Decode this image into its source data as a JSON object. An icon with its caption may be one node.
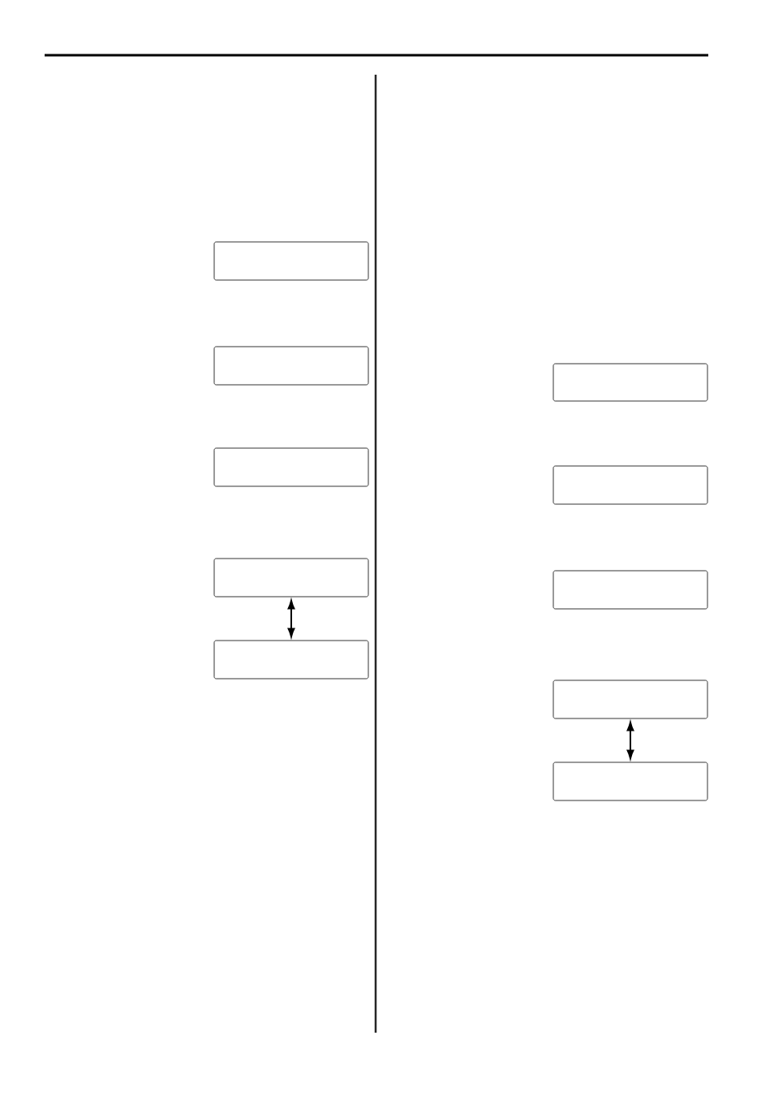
{
  "diagram": {
    "nodes": [
      {
        "text": [],
        "shape": "box"
      },
      {
        "text": [],
        "shape": "box"
      },
      {
        "text": [],
        "shape": "box"
      },
      {
        "text": [],
        "shape": "box"
      },
      {
        "text": [],
        "shape": "box"
      },
      {
        "text": [],
        "shape": "box"
      },
      {
        "text": [],
        "shape": "box"
      },
      {
        "text": [],
        "shape": "box"
      },
      {
        "text": [],
        "shape": "box"
      },
      {
        "text": [],
        "shape": "box"
      }
    ],
    "edges": [
      {
        "from": 3,
        "to": 4,
        "arrow": "both"
      },
      {
        "from": 8,
        "to": 9,
        "arrow": "both"
      }
    ]
  }
}
